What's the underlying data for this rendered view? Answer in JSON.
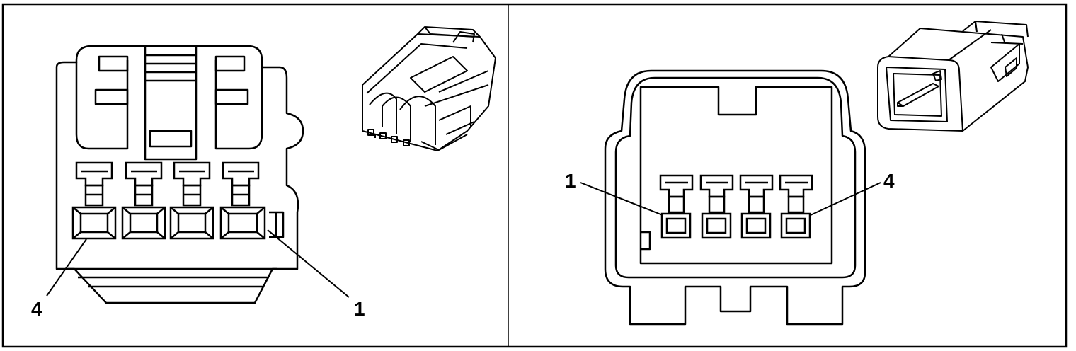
{
  "panels": [
    {
      "callouts": [
        {
          "label": "4"
        },
        {
          "label": "1"
        }
      ]
    },
    {
      "callouts": [
        {
          "label": "1"
        },
        {
          "label": "4"
        }
      ]
    }
  ],
  "colors": {
    "line": "#000000",
    "background": "#ffffff"
  }
}
